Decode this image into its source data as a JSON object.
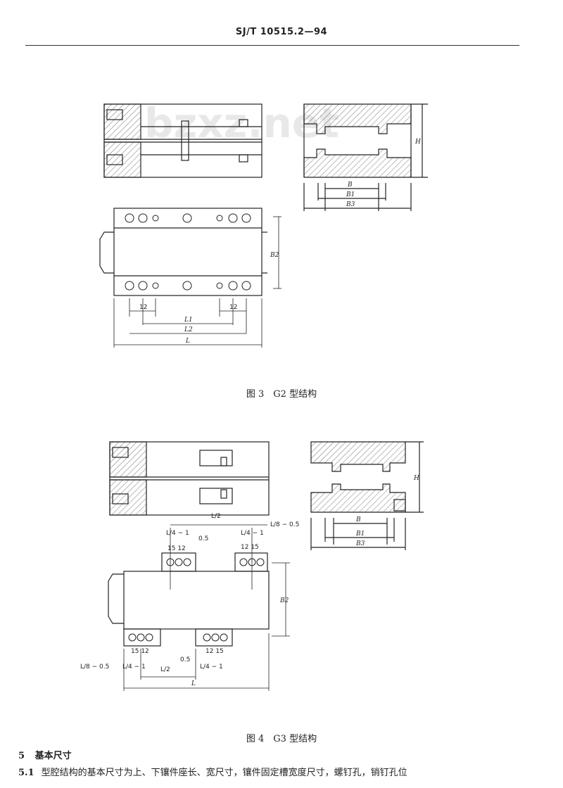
{
  "header": {
    "standard_code": "SJ/T 10515.2—94"
  },
  "watermark": "bzxz.net",
  "figures": [
    {
      "caption": "图 3　G2 型结构",
      "labels": {
        "B": "B",
        "B1": "B1",
        "B3": "B3",
        "H": "H",
        "B2": "B2",
        "dim12_left": "12",
        "dim12_right": "12",
        "L1": "L1",
        "L2": "L2",
        "L": "L"
      }
    },
    {
      "caption": "图 4　G3 型结构",
      "labels": {
        "B": "B",
        "B1": "B1",
        "B3": "B3",
        "H": "H",
        "B2": "B2",
        "L": "L",
        "L_over_2_top": "L/2",
        "L_over_8_top": "L/8 − 0.5",
        "L_over_4_top_left": "L/4 − 1",
        "L_over_4_top_right": "L/4 − 1",
        "offset_05_top": "0.5",
        "dim15_12_top_left": "15 12",
        "dim12_15_top_right": "12 15",
        "dim15_12_bottom_left": "15 12",
        "dim12_15_bottom_right": "12 15",
        "L_over_8_bottom": "L/8 − 0.5",
        "L_over_4_bottom_left": "L/4 − 1",
        "L_over_2_bottom": "L/2",
        "offset_05_bottom": "0.5",
        "L_over_4_bottom_right": "L/4 − 1"
      }
    }
  ],
  "section": {
    "number": "5",
    "title": "基本尺寸"
  },
  "paragraph": {
    "number": "5.1",
    "text": "型腔结构的基本尺寸为上、下镶件座长、宽尺寸，镶件固定槽宽度尺寸，螺钉孔，销钉孔位"
  }
}
